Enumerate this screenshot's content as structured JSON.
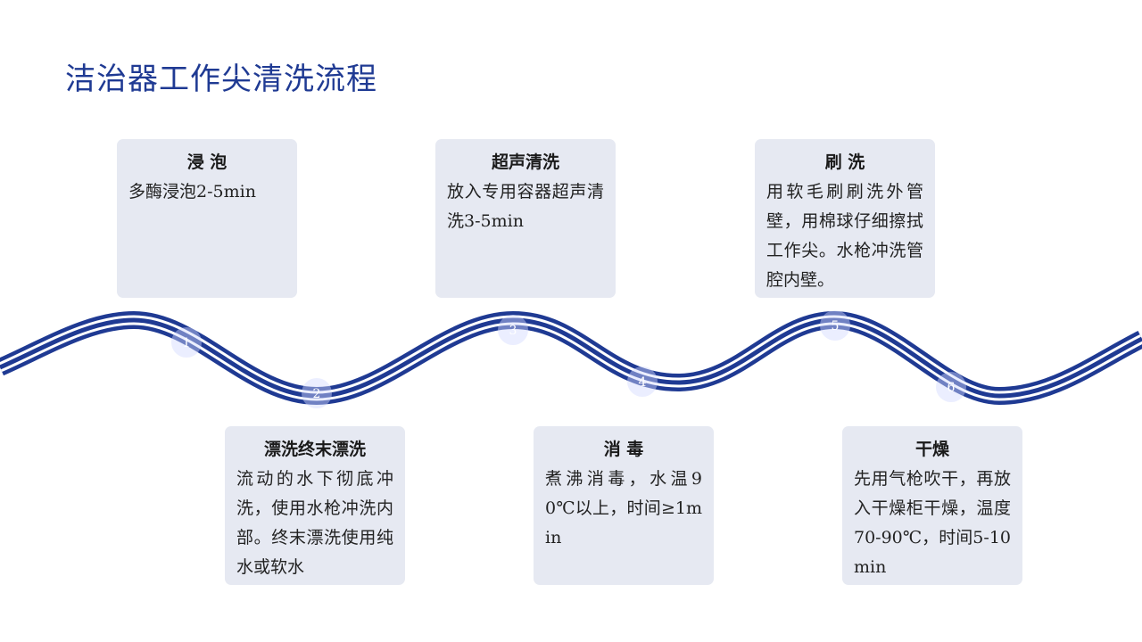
{
  "page": {
    "title": "洁治器工作尖清洗流程"
  },
  "colors": {
    "brand_blue": "#1f3a93",
    "card_bg": "#e6e9f2"
  },
  "steps": [
    {
      "number": "1",
      "title": "浸 泡",
      "desc": "多酶浸泡2-5min"
    },
    {
      "number": "2",
      "title": "漂洗终末漂洗",
      "desc": "流动的水下彻底冲洗，使用水枪冲洗内部。终末漂洗使用纯水或软水"
    },
    {
      "number": "3",
      "title": "超声清洗",
      "desc": "放入专用容器超声清洗3-5min"
    },
    {
      "number": "4",
      "title": "消 毒",
      "desc": "煮沸消毒，水温90℃以上，时间≥1min"
    },
    {
      "number": "5",
      "title": "刷 洗",
      "desc": "用软毛刷刷洗外管壁，用棉球仔细擦拭工作尖。水枪冲洗管腔内壁。"
    },
    {
      "number": "6",
      "title": "干燥",
      "desc": "先用气枪吹干，再放入干燥柜干燥，温度70-90℃，时间5-10min"
    }
  ]
}
